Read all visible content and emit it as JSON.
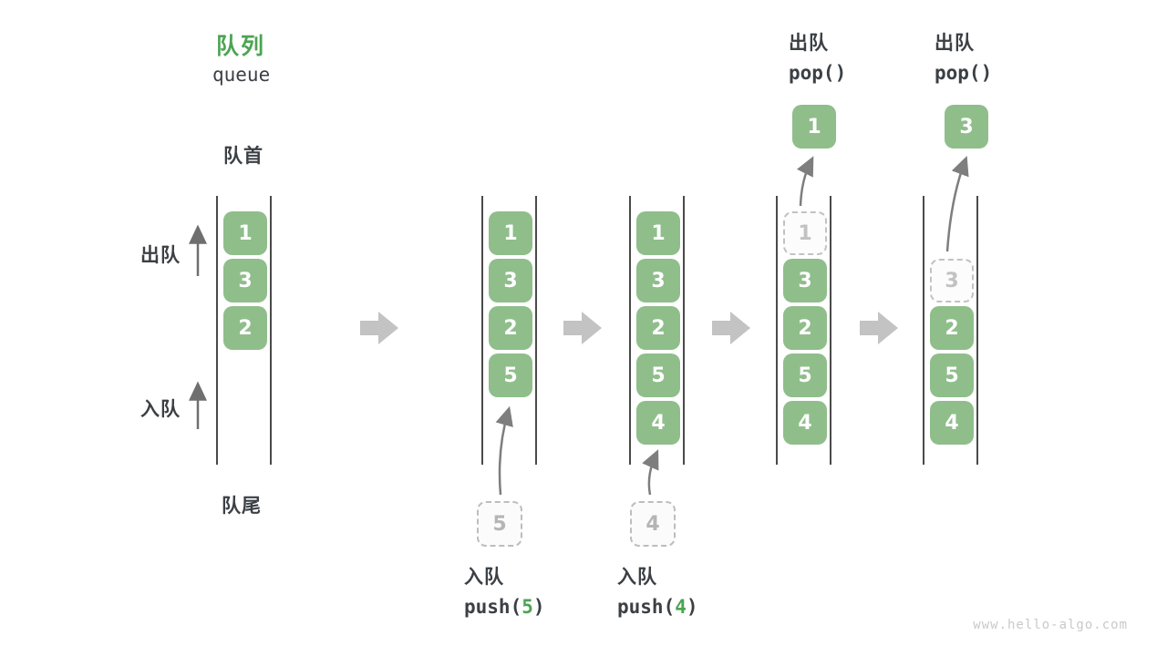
{
  "title": {
    "zh": "队列",
    "en": "queue"
  },
  "labels": {
    "front": "队首",
    "rear": "队尾",
    "dequeue_side": "出队",
    "enqueue_side": "入队"
  },
  "colors": {
    "box_green": "#8fbe8b",
    "accent_green": "#4ca452",
    "text_dark": "#3b4045",
    "block_arrow_gray": "#c3c3c3",
    "thin_arrow_gray": "#7e7e7e",
    "dashed_gray": "#bdbdbd"
  },
  "columns": [
    {
      "name": "state-initial",
      "slots": [
        {
          "row": 0,
          "value": "1",
          "style": "solid"
        },
        {
          "row": 1,
          "value": "3",
          "style": "solid"
        },
        {
          "row": 2,
          "value": "2",
          "style": "solid"
        }
      ]
    },
    {
      "name": "state-after-push5",
      "slots": [
        {
          "row": 0,
          "value": "1",
          "style": "solid"
        },
        {
          "row": 1,
          "value": "3",
          "style": "solid"
        },
        {
          "row": 2,
          "value": "2",
          "style": "solid"
        },
        {
          "row": 3,
          "value": "5",
          "style": "solid"
        }
      ],
      "incoming_value": "5"
    },
    {
      "name": "state-after-push4",
      "slots": [
        {
          "row": 0,
          "value": "1",
          "style": "solid"
        },
        {
          "row": 1,
          "value": "3",
          "style": "solid"
        },
        {
          "row": 2,
          "value": "2",
          "style": "solid"
        },
        {
          "row": 3,
          "value": "5",
          "style": "solid"
        },
        {
          "row": 4,
          "value": "4",
          "style": "solid"
        }
      ],
      "incoming_value": "4"
    },
    {
      "name": "state-after-pop1",
      "slots": [
        {
          "row": 0,
          "value": "1",
          "style": "dashed"
        },
        {
          "row": 1,
          "value": "3",
          "style": "solid"
        },
        {
          "row": 2,
          "value": "2",
          "style": "solid"
        },
        {
          "row": 3,
          "value": "5",
          "style": "solid"
        },
        {
          "row": 4,
          "value": "4",
          "style": "solid"
        }
      ],
      "popped_value": "1"
    },
    {
      "name": "state-after-pop3",
      "slots": [
        {
          "row": 1,
          "value": "3",
          "style": "dashed"
        },
        {
          "row": 2,
          "value": "2",
          "style": "solid"
        },
        {
          "row": 3,
          "value": "5",
          "style": "solid"
        },
        {
          "row": 4,
          "value": "4",
          "style": "solid"
        }
      ],
      "popped_value": "3"
    }
  ],
  "operations": [
    {
      "zh": "入队",
      "code_prefix": "push(",
      "arg": "5",
      "code_suffix": ")"
    },
    {
      "zh": "入队",
      "code_prefix": "push(",
      "arg": "4",
      "code_suffix": ")"
    },
    {
      "zh": "出队",
      "code": "pop()"
    },
    {
      "zh": "出队",
      "code": "pop()"
    }
  ],
  "watermark": "www.hello-algo.com"
}
